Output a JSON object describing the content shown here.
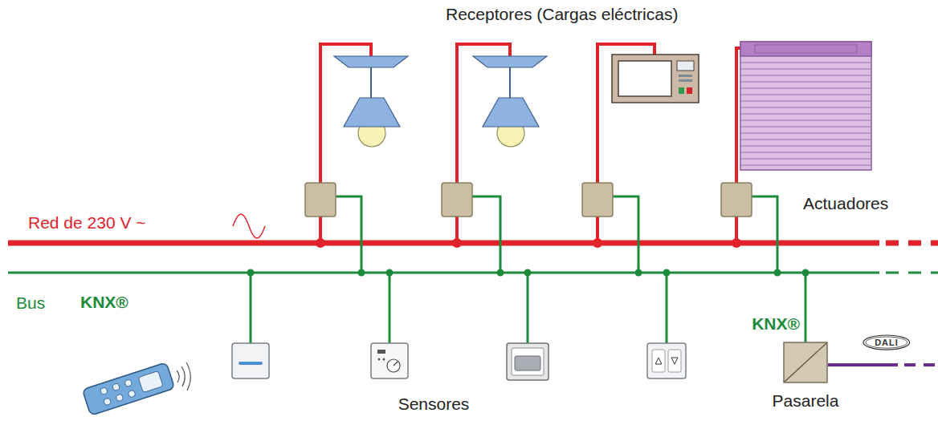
{
  "diagram": {
    "nodes": [
      {
        "text": [
          "Pasarela"
        ]
      },
      {
        "text": [
          "DALI"
        ]
      }
    ],
    "labels": [
      "Receptores (Cargas eléctricas)",
      "Actuadores",
      "Red de 230 V ~",
      "Bus",
      "KNX®",
      "KNX®",
      "Sensores"
    ]
  }
}
